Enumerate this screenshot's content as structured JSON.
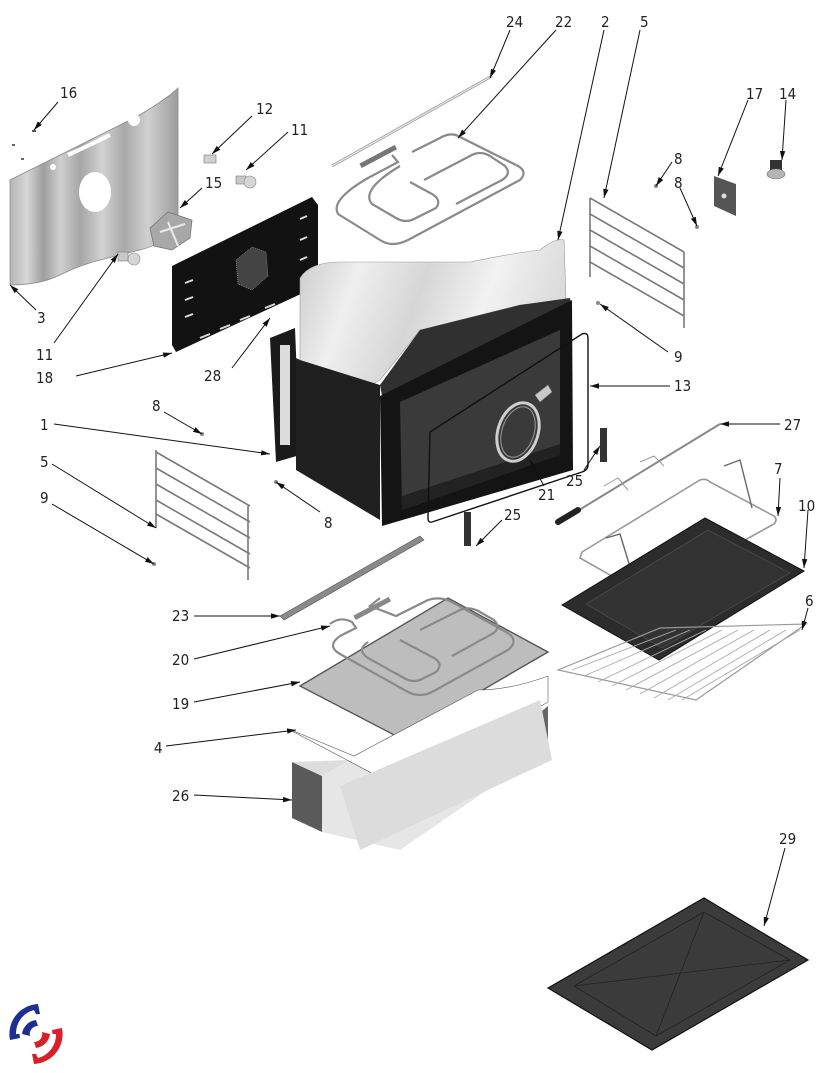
{
  "title": "Oven exploded parts diagram",
  "callouts": [
    {
      "id": "c16",
      "label": "16"
    },
    {
      "id": "c12",
      "label": "12"
    },
    {
      "id": "c11a",
      "label": "11"
    },
    {
      "id": "c15",
      "label": "15"
    },
    {
      "id": "c3",
      "label": "3"
    },
    {
      "id": "c11b",
      "label": "11"
    },
    {
      "id": "c18",
      "label": "18"
    },
    {
      "id": "c28",
      "label": "28"
    },
    {
      "id": "c24",
      "label": "24"
    },
    {
      "id": "c22",
      "label": "22"
    },
    {
      "id": "c2",
      "label": "2"
    },
    {
      "id": "c5a",
      "label": "5"
    },
    {
      "id": "c17",
      "label": "17"
    },
    {
      "id": "c14",
      "label": "14"
    },
    {
      "id": "c8a",
      "label": "8"
    },
    {
      "id": "c8b",
      "label": "8"
    },
    {
      "id": "c9a",
      "label": "9"
    },
    {
      "id": "c13",
      "label": "13"
    },
    {
      "id": "c1",
      "label": "1"
    },
    {
      "id": "c8c",
      "label": "8"
    },
    {
      "id": "c5b",
      "label": "5"
    },
    {
      "id": "c9b",
      "label": "9"
    },
    {
      "id": "c8d",
      "label": "8"
    },
    {
      "id": "c27",
      "label": "27"
    },
    {
      "id": "c25a",
      "label": "25"
    },
    {
      "id": "c21",
      "label": "21"
    },
    {
      "id": "c25b",
      "label": "25"
    },
    {
      "id": "c7",
      "label": "7"
    },
    {
      "id": "c10",
      "label": "10"
    },
    {
      "id": "c6",
      "label": "6"
    },
    {
      "id": "c23",
      "label": "23"
    },
    {
      "id": "c20",
      "label": "20"
    },
    {
      "id": "c19",
      "label": "19"
    },
    {
      "id": "c4",
      "label": "4"
    },
    {
      "id": "c26",
      "label": "26"
    },
    {
      "id": "c29",
      "label": "29"
    }
  ],
  "parts": {
    "rear_panel": "3",
    "fan_cover": "18",
    "fan_blade": "15",
    "oven_cavity": "1",
    "top_insulation": "2",
    "upper_heating_element": "22",
    "element_bracket_top": "24",
    "side_rack_right": "5",
    "side_rack_left": "5",
    "door_gasket": "13",
    "circular_element": "21",
    "rotisserie_spit": "27",
    "spit_support_frame": "7",
    "baking_tray": "10",
    "wire_shelf": "6",
    "lower_element_bracket": "23",
    "lower_heating_element": "20",
    "bottom_plate": "19",
    "bottom_insulation": "4",
    "insulation_box": "26",
    "glass_plate": "29",
    "thermostat": "14",
    "thermostat_bracket": "17"
  },
  "colors": {
    "cavity_dark": "#262626",
    "insulation": "#e4e4e4",
    "plate_grey": "#b9b9b9",
    "tray_dark": "#2c2c2c",
    "logo_blue": "#1f2f8f",
    "logo_red": "#d8202a"
  }
}
